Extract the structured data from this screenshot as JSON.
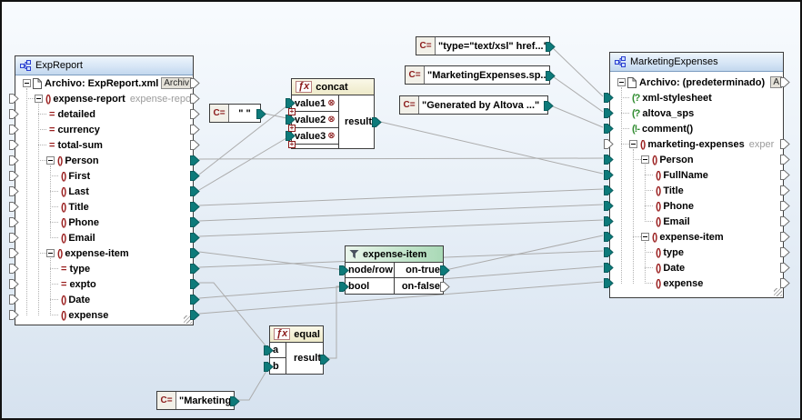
{
  "colors": {
    "connected_port": "#0d7a7a",
    "element_icon": "#9a1f1f",
    "pi_icon": "#2e8b2e",
    "wire": "#acacac",
    "function_header": "#f3efd6",
    "filter_header": "#bfe3c9",
    "title_bar": "#d7e6f6"
  },
  "icons": {
    "function": "ƒx",
    "constant": "C=",
    "element": "()",
    "attribute": "=",
    "pi": "(?",
    "comment": "(!-",
    "filter": "funnel-icon",
    "schema": "schema-structure-icon",
    "file": "file-icon"
  },
  "left_panel": {
    "title": "ExpReport",
    "rows": [
      {
        "label": "Archivo: ExpReport.xml",
        "icon": "file",
        "level": 0,
        "expander": true,
        "button": "Archiv",
        "in": null,
        "out": "open"
      },
      {
        "label": "expense-report",
        "icon": "element",
        "level": 1,
        "expander": true,
        "annotation": "expense-repo",
        "in": "open",
        "out": "open"
      },
      {
        "label": "detailed",
        "icon": "attribute",
        "level": 2,
        "in": "open",
        "out": "open"
      },
      {
        "label": "currency",
        "icon": "attribute",
        "level": 2,
        "in": "open",
        "out": "open"
      },
      {
        "label": "total-sum",
        "icon": "attribute",
        "level": 2,
        "in": "open",
        "out": "open"
      },
      {
        "label": "Person",
        "icon": "element",
        "level": 2,
        "expander": true,
        "in": "open",
        "out": "connected"
      },
      {
        "label": "First",
        "icon": "element",
        "level": 3,
        "in": "open",
        "out": "connected"
      },
      {
        "label": "Last",
        "icon": "element",
        "level": 3,
        "in": "open",
        "out": "connected"
      },
      {
        "label": "Title",
        "icon": "element",
        "level": 3,
        "in": "open",
        "out": "connected"
      },
      {
        "label": "Phone",
        "icon": "element",
        "level": 3,
        "in": "open",
        "out": "connected"
      },
      {
        "label": "Email",
        "icon": "element",
        "level": 3,
        "in": "open",
        "out": "connected"
      },
      {
        "label": "expense-item",
        "icon": "element",
        "level": 2,
        "expander": true,
        "in": "open",
        "out": "connected"
      },
      {
        "label": "type",
        "icon": "attribute",
        "level": 3,
        "in": "open",
        "out": "connected"
      },
      {
        "label": "expto",
        "icon": "attribute",
        "level": 3,
        "in": "open",
        "out": "connected"
      },
      {
        "label": "Date",
        "icon": "element",
        "level": 3,
        "in": "open",
        "out": "connected"
      },
      {
        "label": "expense",
        "icon": "element",
        "level": 3,
        "in": "open",
        "out": "connected"
      }
    ]
  },
  "right_panel": {
    "title": "MarketingExpenses",
    "rows": [
      {
        "label": "Archivo: (predeterminado)",
        "icon": "file",
        "level": 0,
        "expander": true,
        "button": "A",
        "in": null,
        "out": "open"
      },
      {
        "label": "xml-stylesheet",
        "icon": "pi",
        "level": 1,
        "in": "connected",
        "out": null
      },
      {
        "label": "altova_sps",
        "icon": "pi",
        "level": 1,
        "in": "connected",
        "out": null
      },
      {
        "label": "comment()",
        "icon": "comment",
        "level": 1,
        "in": "connected",
        "out": null
      },
      {
        "label": "marketing-expenses",
        "icon": "element",
        "level": 1,
        "expander": true,
        "annotation": "exper",
        "in": "open",
        "out": "open"
      },
      {
        "label": "Person",
        "icon": "element",
        "level": 2,
        "expander": true,
        "in": "connected",
        "out": "open"
      },
      {
        "label": "FullName",
        "icon": "element",
        "level": 3,
        "in": "connected",
        "out": "open"
      },
      {
        "label": "Title",
        "icon": "element",
        "level": 3,
        "in": "connected",
        "out": "open"
      },
      {
        "label": "Phone",
        "icon": "element",
        "level": 3,
        "in": "connected",
        "out": "open"
      },
      {
        "label": "Email",
        "icon": "element",
        "level": 3,
        "in": "connected",
        "out": "open"
      },
      {
        "label": "expense-item",
        "icon": "element",
        "level": 2,
        "expander": true,
        "in": "connected",
        "out": "open"
      },
      {
        "label": "type",
        "icon": "element",
        "level": 3,
        "in": "connected",
        "out": "open"
      },
      {
        "label": "Date",
        "icon": "element",
        "level": 3,
        "in": "connected",
        "out": "open"
      },
      {
        "label": "expense",
        "icon": "element",
        "level": 3,
        "in": "connected",
        "out": "open"
      }
    ]
  },
  "functions": {
    "concat": {
      "title": "concat",
      "inputs": [
        "value1",
        "value2",
        "value3"
      ],
      "output": "result"
    },
    "equal": {
      "title": "equal",
      "inputs": [
        "a",
        "b"
      ],
      "output": "result"
    },
    "filter": {
      "title": "expense-item",
      "inputs": [
        "node/row",
        "bool"
      ],
      "outputs": [
        "on-true",
        "on-false"
      ]
    }
  },
  "constants": {
    "space": {
      "value": "\" \""
    },
    "xsl": {
      "value": "\"type=\"text/xsl\" href...\""
    },
    "sps": {
      "value": "\"MarketingExpenses.sp...\""
    },
    "generated": {
      "value": "\"Generated by Altova ...\""
    },
    "marketing": {
      "value": "\"Marketing\""
    }
  },
  "connections": [
    {
      "from": "left:First",
      "to": "concat:value1"
    },
    {
      "from": "const:space",
      "to": "concat:value2"
    },
    {
      "from": "left:Last",
      "to": "concat:value3"
    },
    {
      "from": "concat:result",
      "to": "right:FullName"
    },
    {
      "from": "const:xsl",
      "to": "right:xml-stylesheet"
    },
    {
      "from": "const:sps",
      "to": "right:altova_sps"
    },
    {
      "from": "const:generated",
      "to": "right:comment()"
    },
    {
      "from": "left:Person",
      "to": "right:Person"
    },
    {
      "from": "left:Title",
      "to": "right:Title"
    },
    {
      "from": "left:Phone",
      "to": "right:Phone"
    },
    {
      "from": "left:Email",
      "to": "right:Email"
    },
    {
      "from": "left:expense-item",
      "to": "filter:node/row"
    },
    {
      "from": "left:type",
      "to": "right:type"
    },
    {
      "from": "left:expto",
      "to": "equal:a"
    },
    {
      "from": "const:marketing",
      "to": "equal:b"
    },
    {
      "from": "equal:result",
      "to": "filter:bool"
    },
    {
      "from": "filter:on-true",
      "to": "right:expense-item"
    },
    {
      "from": "left:Date",
      "to": "right:Date"
    },
    {
      "from": "left:expense",
      "to": "right:expense"
    }
  ]
}
